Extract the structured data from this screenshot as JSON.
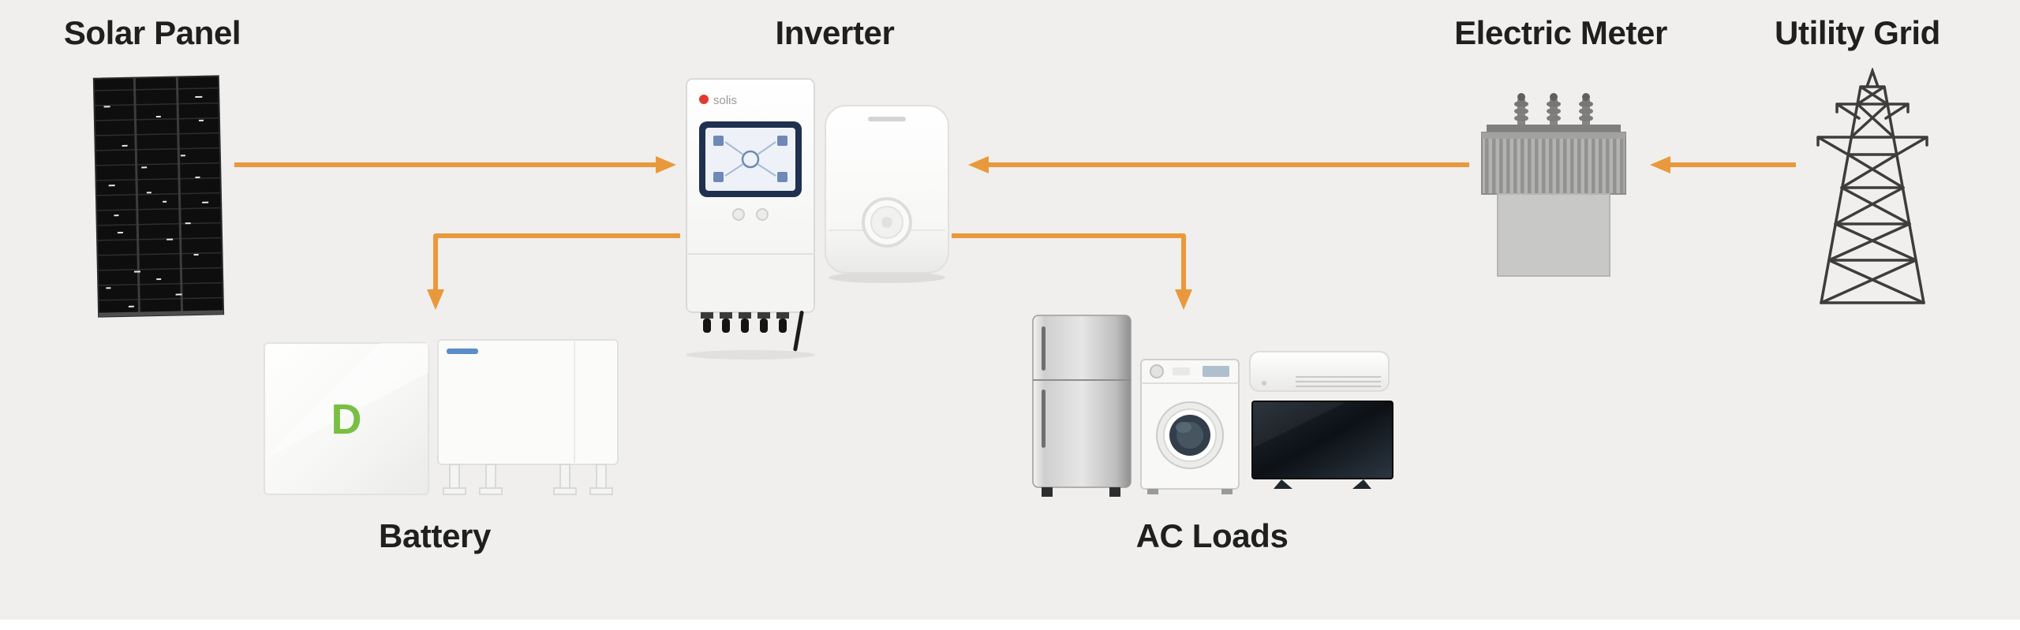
{
  "diagram": {
    "type": "energy-flow-diagram",
    "labels": {
      "solar_panel": "Solar Panel",
      "inverter": "Inverter",
      "electric_meter": "Electric Meter",
      "utility_grid": "Utility Grid",
      "battery": "Battery",
      "ac_loads": "AC Loads"
    },
    "brands": {
      "inverter_logo": "solis",
      "battery_logo_letter": "D"
    },
    "connections": [
      {
        "from": "solar_panel",
        "to": "inverter"
      },
      {
        "from": "electric_meter",
        "to": "inverter"
      },
      {
        "from": "utility_grid",
        "to": "electric_meter"
      },
      {
        "from": "inverter",
        "to": "battery"
      },
      {
        "from": "inverter",
        "to": "ac_loads"
      }
    ],
    "colors": {
      "arrow": "#E9993B",
      "background": "#F0EFED",
      "label_text": "#1F1F1F"
    }
  }
}
